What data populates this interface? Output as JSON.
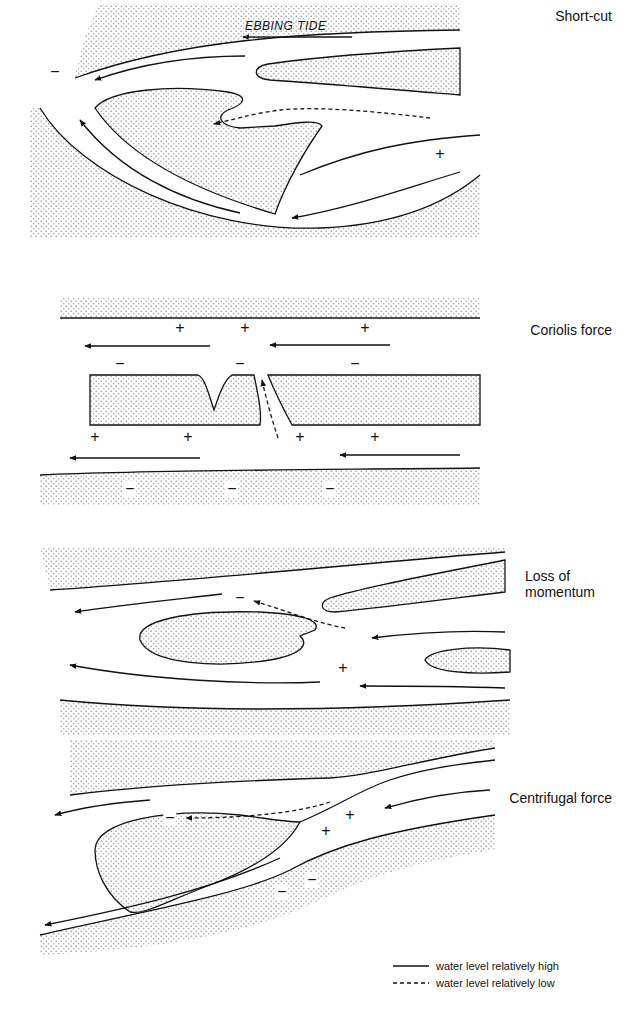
{
  "diagram": {
    "nodes": [],
    "edges": [],
    "labels": [
      "EBBING TIDE",
      "Short-cut",
      "−",
      "+",
      "Coriolis force",
      "+",
      "+",
      "+",
      "−",
      "−",
      "−",
      "+",
      "+",
      "+",
      "+",
      "−",
      "−",
      "−",
      "Loss of momentum",
      "−",
      "+",
      "Centrifugal force",
      "−",
      "+",
      "+",
      "−",
      "−"
    ],
    "legend": [
      {
        "text": "water level relatively high"
      },
      {
        "text": "water level relatively low"
      }
    ]
  }
}
